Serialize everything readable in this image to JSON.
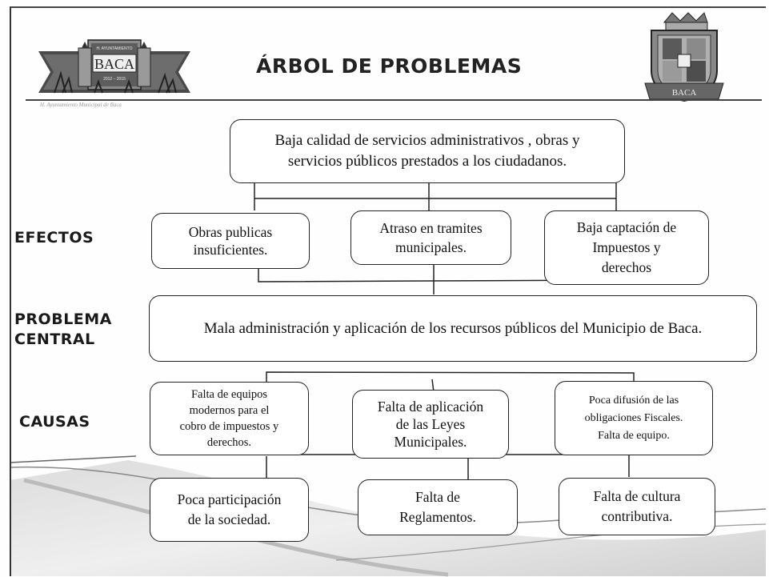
{
  "title": "ÁRBOL DE PROBLEMAS",
  "logo_left": {
    "text": "BACA",
    "top_text": "H. AYUNTAMIENTO",
    "sub_text": "2012 – 2015",
    "faint_caption": "H. Ayuntamiento Municipal de Baca"
  },
  "logo_right": {
    "banner_text": "BACA"
  },
  "labels": {
    "efectos": "EFECTOS",
    "problema_line1": "PROBLEMA",
    "problema_line2": "CENTRAL",
    "causas": "CAUSAS"
  },
  "top_effect": {
    "line1": "Baja calidad de servicios administrativos , obras y",
    "line2": "servicios públicos prestados a los ciudadanos."
  },
  "effects": [
    {
      "line1": "Obras publicas",
      "line2": "insuficientes.",
      "line3": ""
    },
    {
      "line1": "Atraso en tramites",
      "line2": "municipales.",
      "line3": ""
    },
    {
      "line1": "Baja captación de",
      "line2": "Impuestos y",
      "line3": "derechos"
    }
  ],
  "central_problem": "Mala administración  y aplicación  de los recursos públicos del Municipio de Baca.",
  "causes": [
    {
      "line1": "Falta de equipos",
      "line2": "modernos para el",
      "line3": "cobro de impuestos y",
      "line4": "derechos."
    },
    {
      "line1": "Falta de aplicación",
      "line2": "de las Leyes",
      "line3": "Municipales.",
      "line4": ""
    },
    {
      "line1": "Poca difusión de las",
      "line2": "obligaciones Fiscales.",
      "line3": "Falta de equipo.",
      "line4": ""
    }
  ],
  "root_causes": [
    {
      "line1": "Poca participación",
      "line2": "de la sociedad."
    },
    {
      "line1": "Falta de",
      "line2": "Reglamentos."
    },
    {
      "line1": "Falta de cultura",
      "line2": "contributiva."
    }
  ],
  "colors": {
    "frame": "#333333",
    "box_border": "#222222",
    "swoosh_gray": "#d4d4d4",
    "text": "#111111"
  }
}
